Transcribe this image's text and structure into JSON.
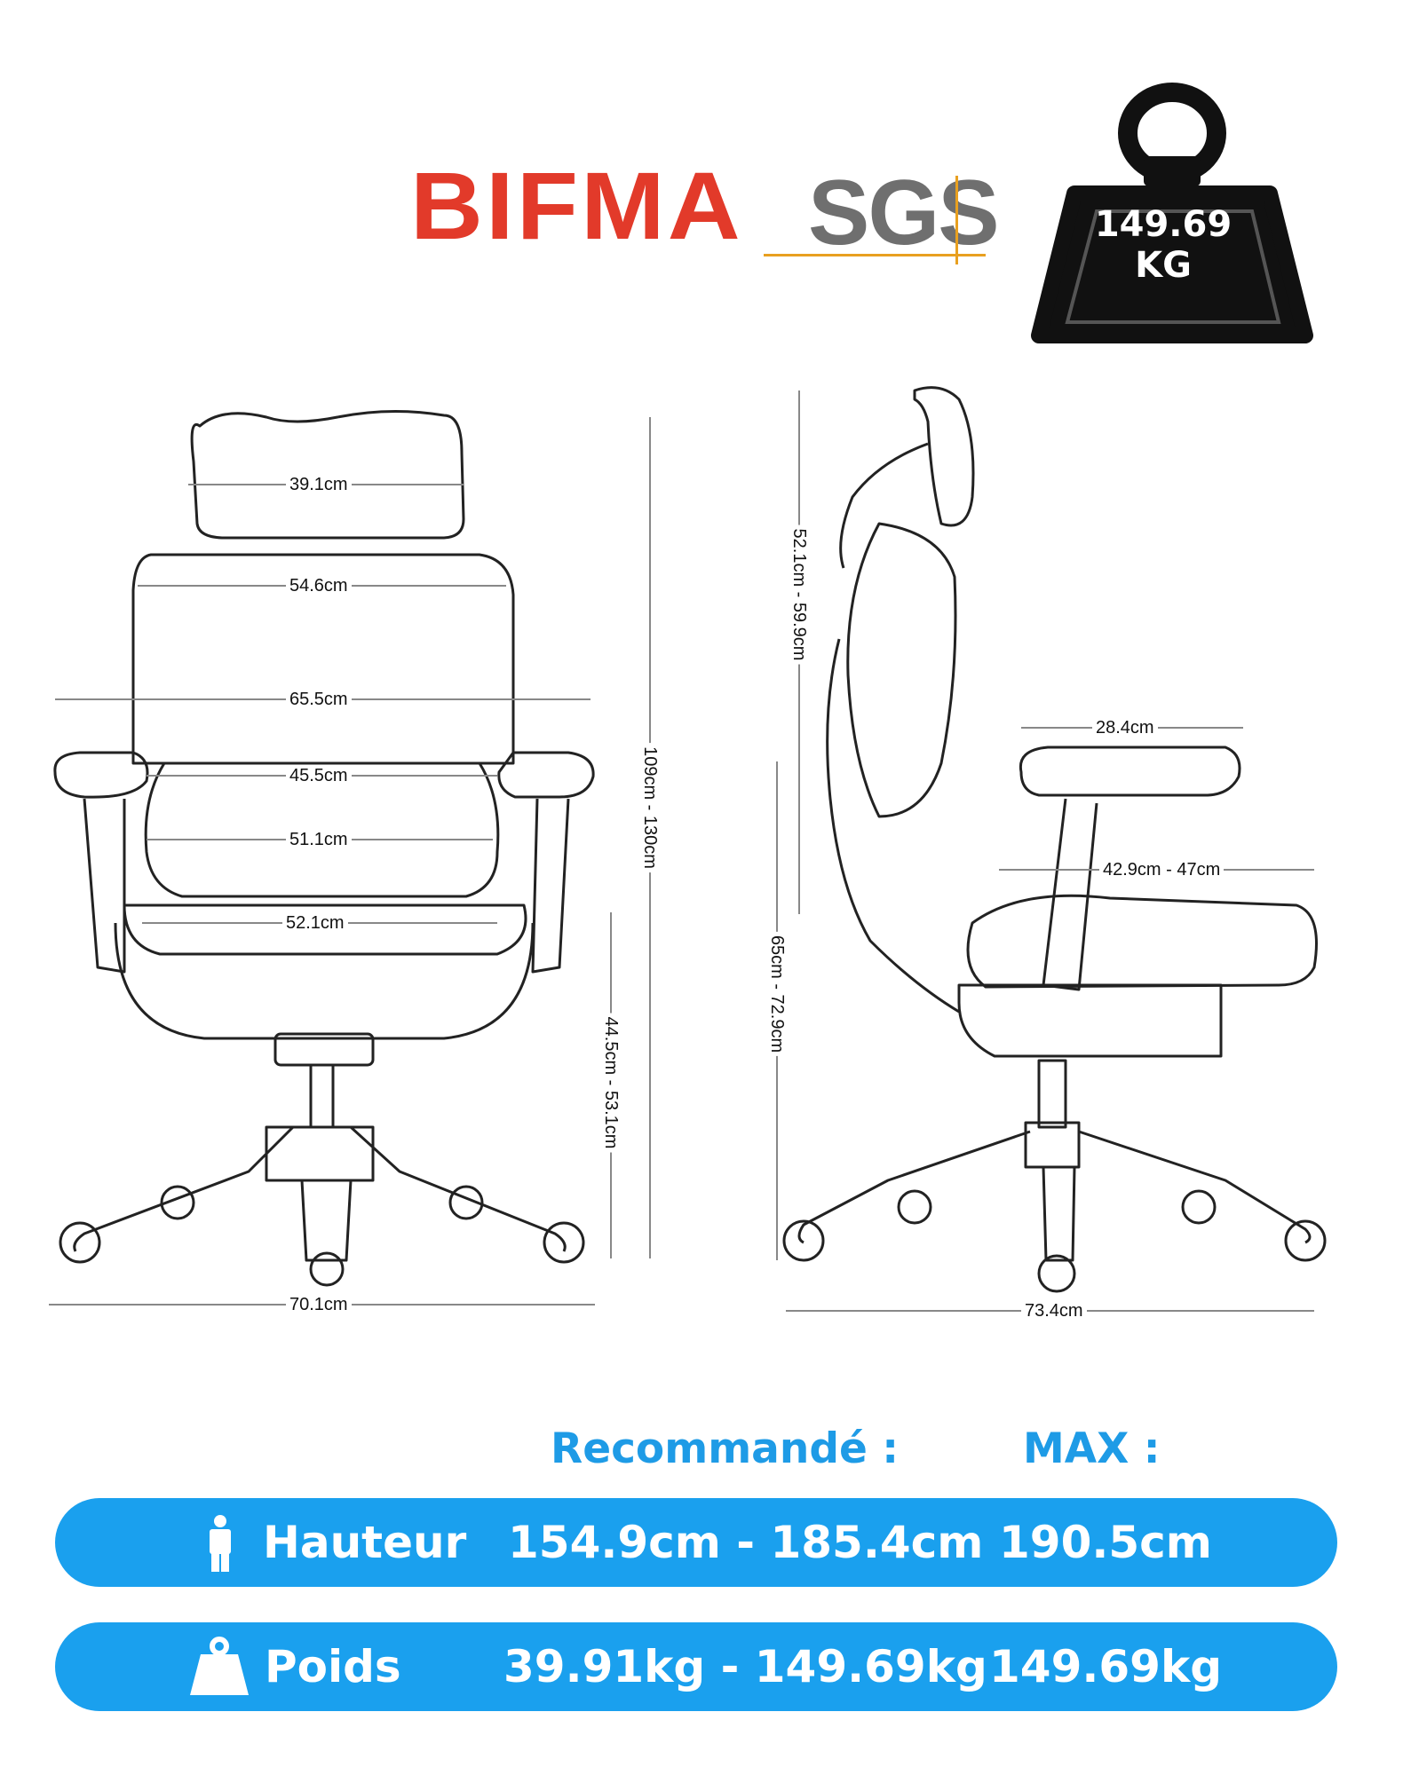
{
  "header": {
    "bifma_logo": "BIFMA",
    "sgs_logo": "SGS",
    "weight_capacity": {
      "value": "149.69",
      "unit": "KG"
    }
  },
  "front_view": {
    "headrest_width": "39.1cm",
    "backrest_upper_width": "54.6cm",
    "armrest_span": "65.5cm",
    "lumbar_width": "45.5cm",
    "seat_back_width": "51.1cm",
    "seat_width": "52.1cm",
    "base_width": "70.1cm",
    "total_height": "109cm - 130cm",
    "seat_height": "44.5cm - 53.1cm"
  },
  "side_view": {
    "backrest_height": "52.1cm - 59.9cm",
    "armrest_length": "28.4cm",
    "seat_depth": "42.9cm - 47cm",
    "armrest_height": "65cm - 72.9cm",
    "base_depth": "73.4cm"
  },
  "specs": {
    "col_recommended": "Recommandé :",
    "col_max": "MAX :",
    "rows": [
      {
        "icon": "person-icon",
        "label": "Hauteur",
        "recommended": "154.9cm - 185.4cm",
        "max": "190.5cm"
      },
      {
        "icon": "weight-icon",
        "label": "Poids",
        "recommended": "39.91kg - 149.69kg",
        "max": "149.69kg"
      }
    ],
    "accent_color": "#1aa0ee"
  }
}
